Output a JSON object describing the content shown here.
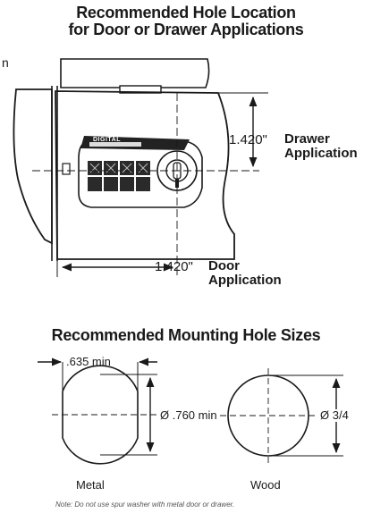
{
  "top_section": {
    "title_line1": "Recommended Hole Location",
    "title_line2": "for Door or Drawer Applications",
    "edge_fragment": "n",
    "drawer_dimension": "1.420\"",
    "drawer_label_line1": "Drawer",
    "drawer_label_line2": "Application",
    "door_dimension": "1.420\"",
    "door_label_line1": "Door",
    "door_label_line2": "Application",
    "lock_brand": "DIGITAL"
  },
  "bottom_section": {
    "title": "Recommended Mounting Hole Sizes",
    "metal_flat_width": ".635 min",
    "metal_diameter": "Ø .760 min",
    "wood_diameter": "Ø 3/4",
    "metal_label": "Metal",
    "wood_label": "Wood",
    "note": "Note: Do not use spur washer with metal door or drawer."
  }
}
